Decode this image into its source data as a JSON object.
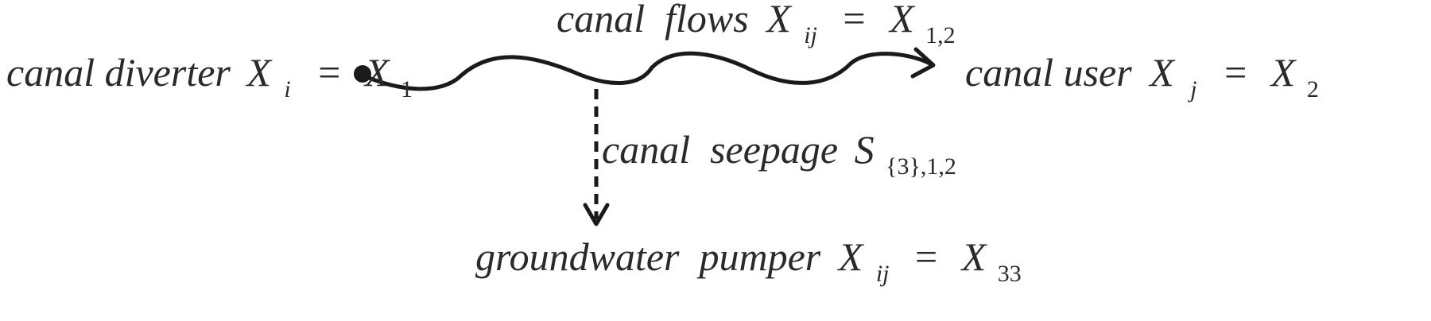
{
  "nodes": {
    "diverter": {
      "text": "canal diverter",
      "var": "X",
      "sub": "i",
      "eq": "=",
      "var2": "X",
      "sub2": "1"
    },
    "user": {
      "text": "canal user",
      "var": "X",
      "sub": "j",
      "eq": "=",
      "var2": "X",
      "sub2": "2"
    },
    "pumper": {
      "text": "groundwater  pumper",
      "var": "X",
      "sub": "ij",
      "eq": "=",
      "var2": "X",
      "sub2": "33"
    }
  },
  "edges": {
    "flow": {
      "text": "canal  flows",
      "var": "X",
      "sub": "ij",
      "eq": "=",
      "var2": "X",
      "sub2": "1,2"
    },
    "seepage": {
      "text": "canal  seepage",
      "var": "S",
      "sub": "{3},1,2"
    }
  },
  "colors": {
    "ink": "#2a2a2a"
  }
}
